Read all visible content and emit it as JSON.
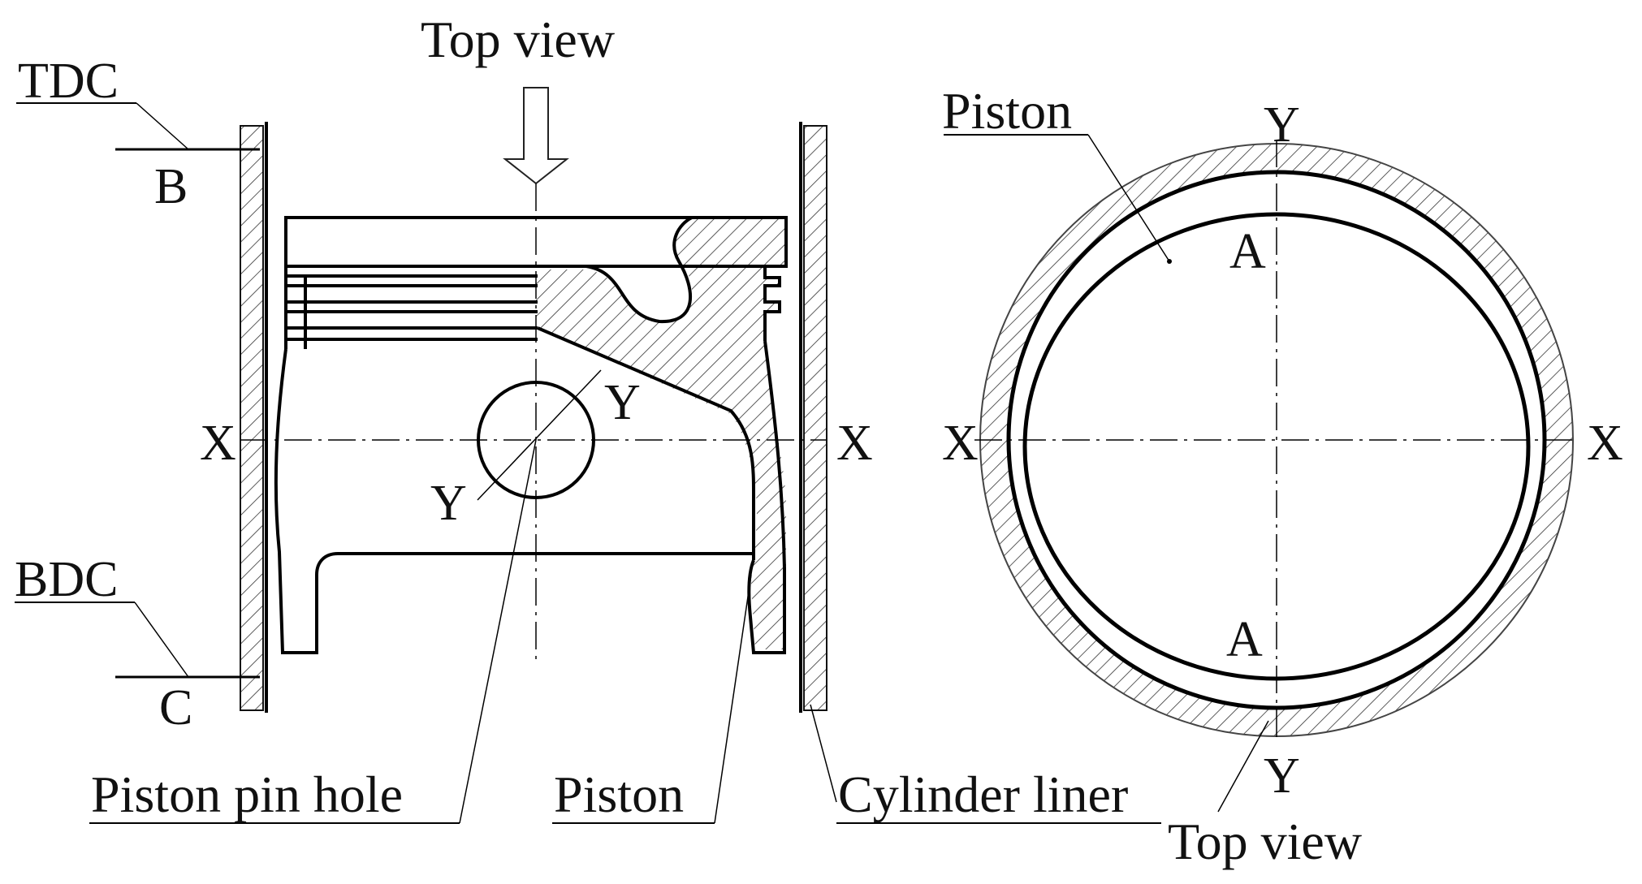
{
  "figure": {
    "left_view": {
      "top_view_label": "Top view",
      "tdc_label": "TDC",
      "b_label": "B",
      "bdc_label": "BDC",
      "c_label": "C",
      "x_left_label": "X",
      "x_right_label": "X",
      "y_upper_label": "Y",
      "y_lower_label": "Y",
      "pin_hole_label": "Piston pin hole",
      "piston_label": "Piston",
      "liner_label": "Cylinder liner"
    },
    "right_view": {
      "piston_label": "Piston",
      "y_top_label": "Y",
      "y_bottom_label": "Y",
      "x_left_label": "X",
      "x_right_label": "X",
      "a_top_label": "A",
      "a_bottom_label": "A",
      "top_view_label": "Top view"
    }
  }
}
